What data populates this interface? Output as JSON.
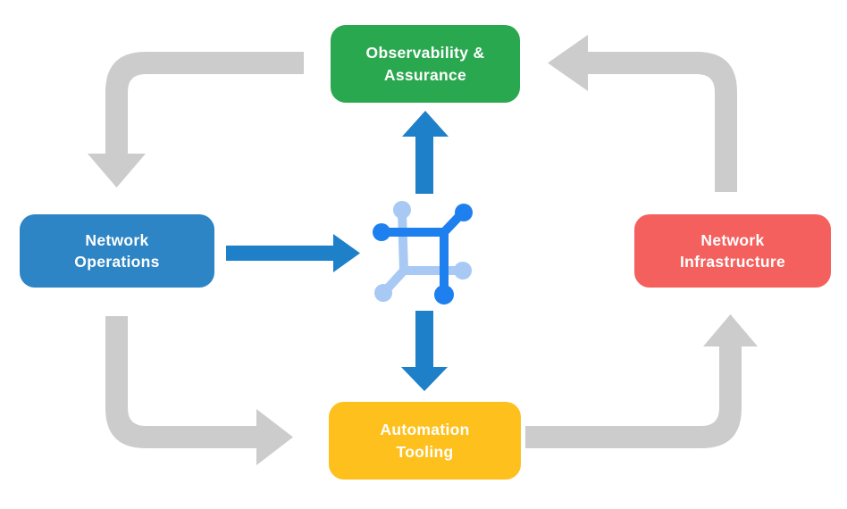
{
  "colors": {
    "background": "#FFFFFF",
    "flow_arrow_gray": "#CCCCCC",
    "process_arrow_blue": "#1E80C8",
    "node_green": "#2AA84F",
    "node_blue": "#2D85C5",
    "node_red": "#F4605D",
    "node_yellow": "#FEC01D"
  },
  "nodes": {
    "observability": {
      "line1": "Observability &",
      "line2": "Assurance",
      "color": "#2AA84F"
    },
    "operations": {
      "line1": "Network",
      "line2": "Operations",
      "color": "#2D85C5"
    },
    "infrastructure": {
      "line1": "Network",
      "line2": "Infrastructure",
      "color": "#F4605D"
    },
    "automation": {
      "line1": "Automation",
      "line2": "Tooling",
      "color": "#FEC01D"
    }
  },
  "icon": {
    "name": "network-node-icon",
    "dark": "#1E7FEF",
    "light": "#A8C9F3"
  },
  "flows": {
    "gray_cycle": [
      {
        "from": "observability",
        "to": "operations"
      },
      {
        "from": "operations",
        "to": "automation"
      },
      {
        "from": "automation",
        "to": "infrastructure"
      },
      {
        "from": "infrastructure",
        "to": "observability"
      }
    ],
    "blue_process": [
      {
        "from": "operations",
        "to": "network-node-icon"
      },
      {
        "from": "network-node-icon",
        "to": "observability"
      },
      {
        "from": "network-node-icon",
        "to": "automation"
      }
    ]
  }
}
